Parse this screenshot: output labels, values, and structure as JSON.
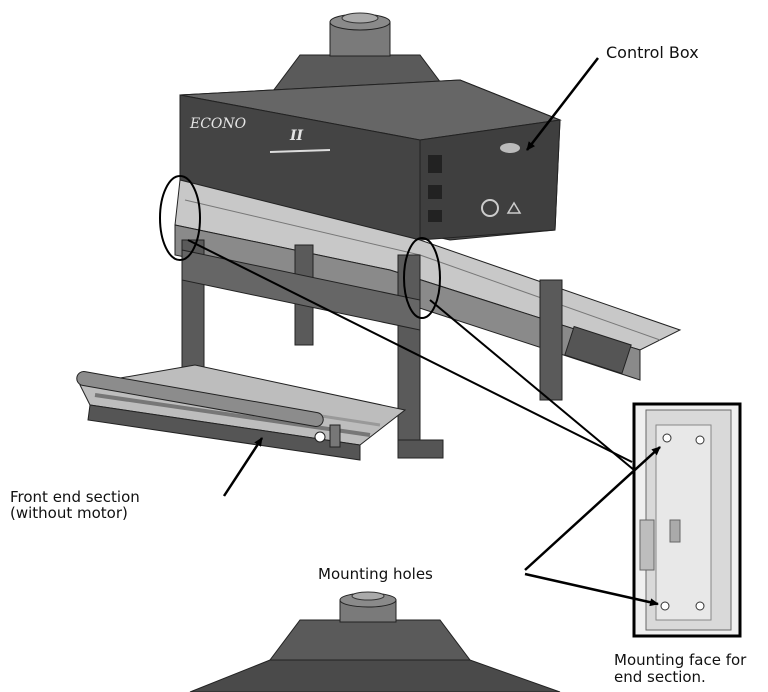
{
  "labels": {
    "control_box": "Control Box",
    "front_end_line1": "Front end section",
    "front_end_line2": "(without motor)",
    "mounting_holes": "Mounting holes",
    "mounting_face_line1": "Mounting face for",
    "mounting_face_line2": "end section."
  },
  "brand": {
    "logo_text": "ECONO",
    "model_mark": "II"
  },
  "colors": {
    "machine_dark": "#4a4a4a",
    "machine_mid": "#6b6b6b",
    "machine_light": "#9a9a9a",
    "frame": "#5a5a5a",
    "line": "#000000"
  }
}
